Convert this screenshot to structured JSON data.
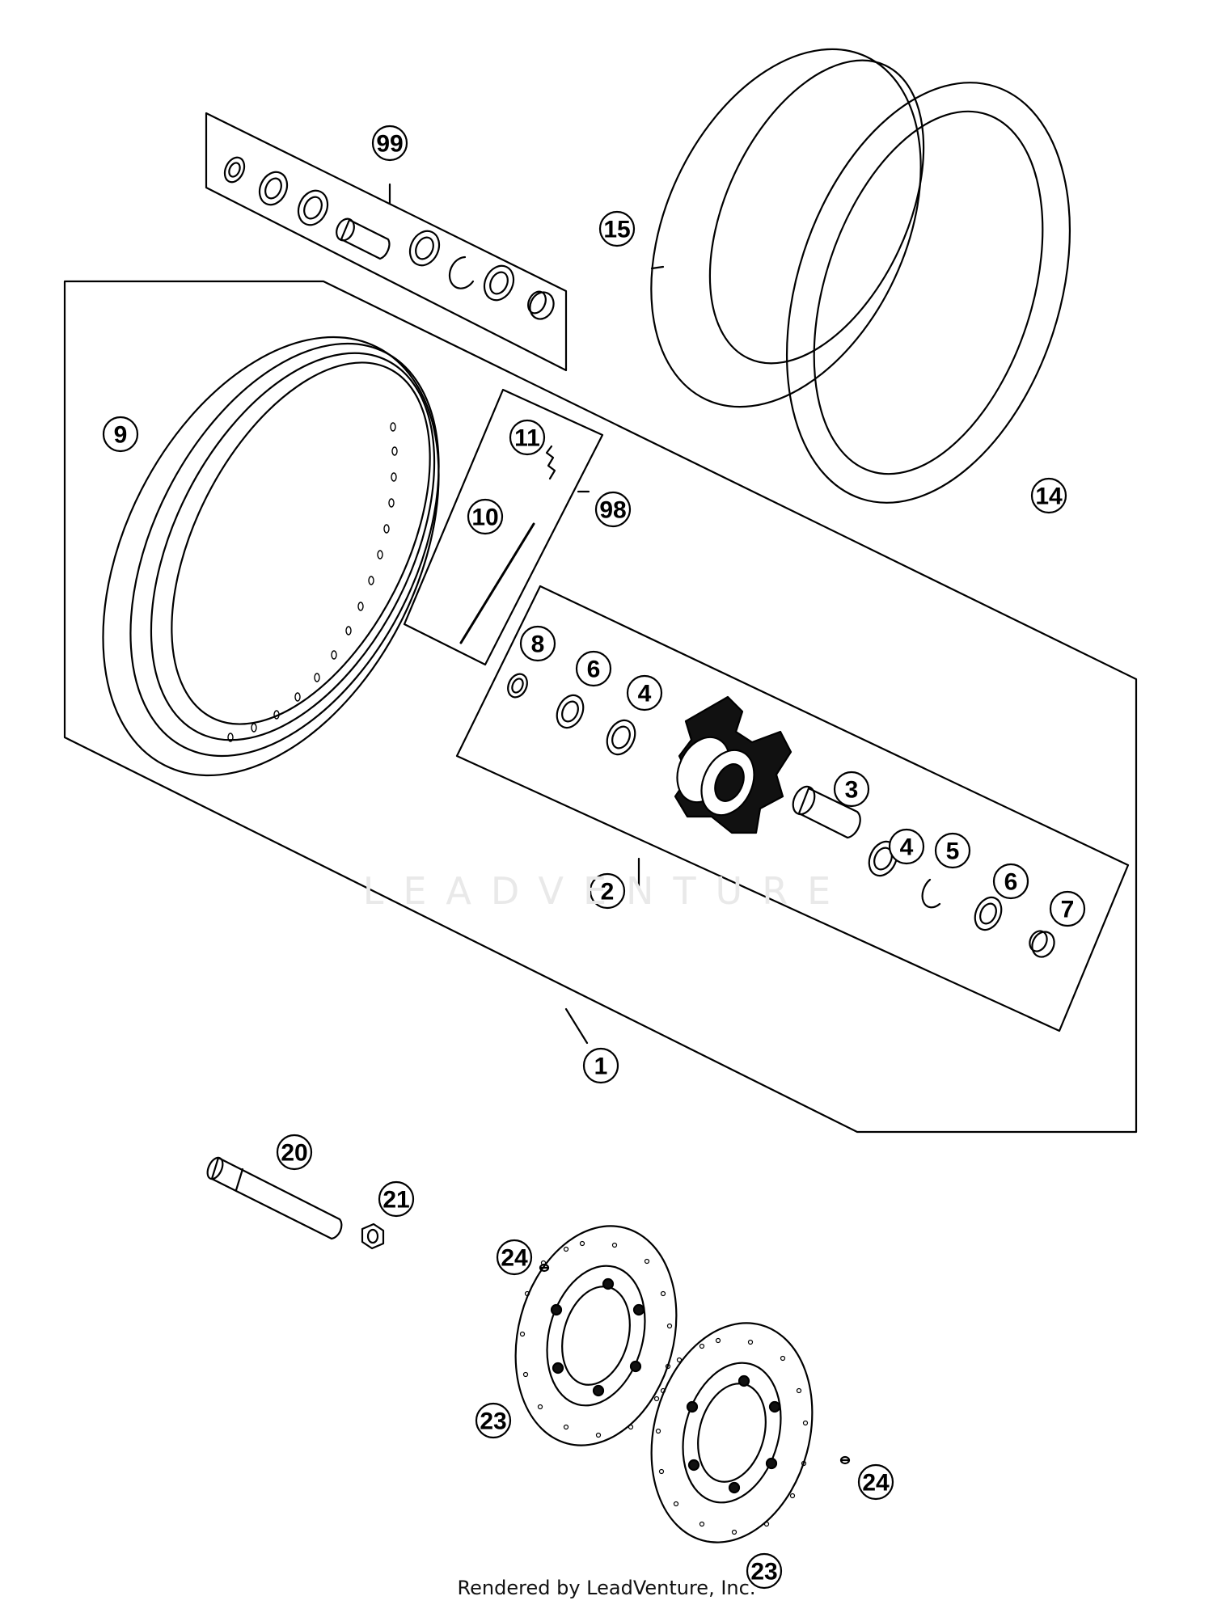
{
  "watermark": "LEADVENTURE",
  "footer": "Rendered by LeadVenture, Inc.",
  "callouts": [
    "99",
    "15",
    "14",
    "9",
    "11",
    "10",
    "98",
    "8",
    "6",
    "4",
    "3",
    "4",
    "5",
    "6",
    "7",
    "2",
    "1",
    "20",
    "21",
    "24",
    "23",
    "23",
    "24"
  ]
}
